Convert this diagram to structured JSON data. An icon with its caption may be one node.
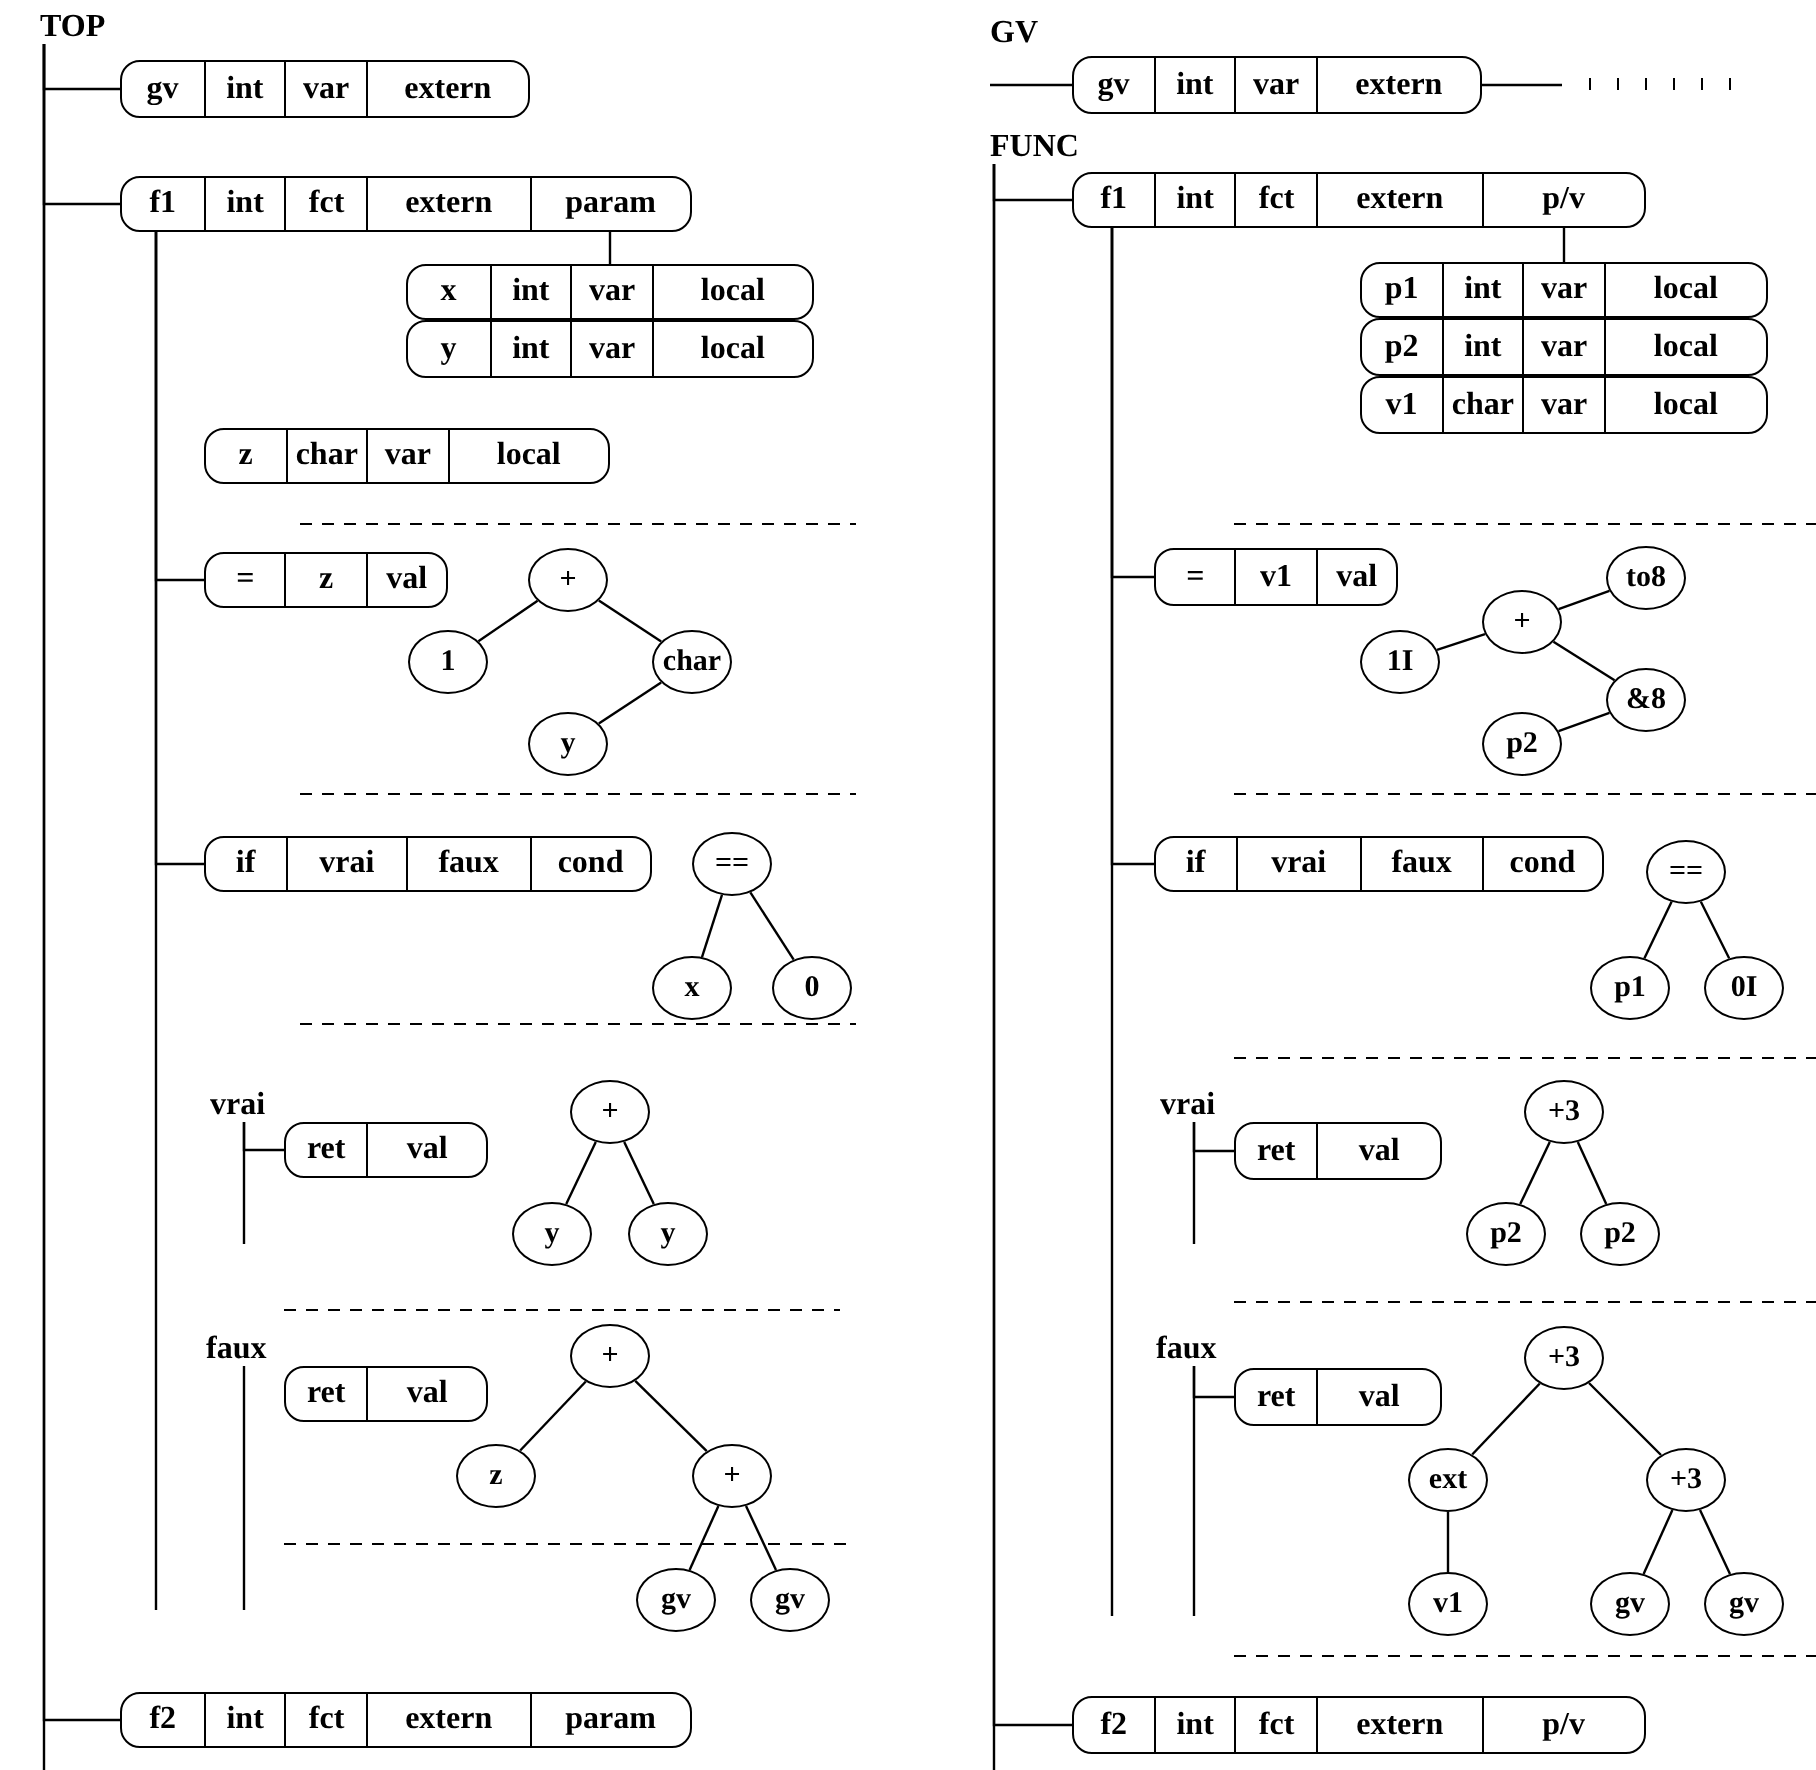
{
  "diagram": {
    "nodes": [
      {
        "text": [
          "TOP"
        ]
      },
      {
        "text": [
          "gv",
          "int",
          "var",
          "extern"
        ]
      },
      {
        "text": [
          "f1",
          "int",
          "fct",
          "extern",
          "param"
        ]
      },
      {
        "text": [
          "x",
          "int",
          "var",
          "local"
        ]
      },
      {
        "text": [
          "y",
          "int",
          "var",
          "local"
        ]
      },
      {
        "text": [
          "z",
          "char",
          "var",
          "local"
        ]
      },
      {
        "text": [
          "=",
          "z",
          "val"
        ]
      },
      {
        "text": [
          "+"
        ]
      },
      {
        "text": [
          "1"
        ]
      },
      {
        "text": [
          "char"
        ]
      },
      {
        "text": [
          "y"
        ]
      },
      {
        "text": [
          "if",
          "vrai",
          "faux",
          "cond"
        ]
      },
      {
        "text": [
          "=="
        ]
      },
      {
        "text": [
          "x"
        ]
      },
      {
        "text": [
          "0"
        ]
      },
      {
        "text": [
          "vrai"
        ]
      },
      {
        "text": [
          "ret",
          "val"
        ]
      },
      {
        "text": [
          "+"
        ]
      },
      {
        "text": [
          "y"
        ]
      },
      {
        "text": [
          "y"
        ]
      },
      {
        "text": [
          "faux"
        ]
      },
      {
        "text": [
          "ret",
          "val"
        ]
      },
      {
        "text": [
          "+"
        ]
      },
      {
        "text": [
          "z"
        ]
      },
      {
        "text": [
          "+"
        ]
      },
      {
        "text": [
          "gv"
        ]
      },
      {
        "text": [
          "gv"
        ]
      },
      {
        "text": [
          "f2",
          "int",
          "fct",
          "extern",
          "param"
        ]
      },
      {
        "text": [
          "gv",
          "int",
          "var",
          "extern"
        ]
      },
      {
        "text": [
          "FUNC"
        ]
      },
      {
        "text": [
          "f1",
          "int",
          "fct",
          "extern",
          "p/v"
        ]
      },
      {
        "text": [
          "p1",
          "int",
          "var",
          "local"
        ]
      },
      {
        "text": [
          "p2",
          "int",
          "var",
          "local"
        ]
      },
      {
        "text": [
          "v1",
          "char",
          "var",
          "local"
        ]
      },
      {
        "text": [
          "=",
          "v1",
          "val"
        ]
      },
      {
        "text": [
          "+"
        ]
      },
      {
        "text": [
          "to8"
        ]
      },
      {
        "text": [
          "1I"
        ]
      },
      {
        "text": [
          "&8"
        ]
      },
      {
        "text": [
          "p2"
        ]
      },
      {
        "text": [
          "if",
          "vrai",
          "faux",
          "cond"
        ]
      },
      {
        "text": [
          "=="
        ]
      },
      {
        "text": [
          "p1"
        ]
      },
      {
        "text": [
          "0I"
        ]
      },
      {
        "text": [
          "vrai"
        ]
      },
      {
        "text": [
          "ret",
          "val"
        ]
      },
      {
        "text": [
          "+3"
        ]
      },
      {
        "text": [
          "p2"
        ]
      },
      {
        "text": [
          "p2"
        ]
      },
      {
        "text": [
          "faux"
        ]
      },
      {
        "text": [
          "ret",
          "val"
        ]
      },
      {
        "text": [
          "+3"
        ]
      },
      {
        "text": [
          "ext"
        ]
      },
      {
        "text": [
          "+3"
        ]
      },
      {
        "text": [
          "v1"
        ]
      },
      {
        "text": [
          "gv"
        ]
      },
      {
        "text": [
          "gv"
        ]
      },
      {
        "text": [
          "f2",
          "int",
          "fct",
          "extern",
          "p/v"
        ]
      }
    ],
    "edges": [
      {
        "from": 0,
        "to": 1,
        "arrow": "none"
      },
      {
        "from": 0,
        "to": 2,
        "arrow": "none"
      },
      {
        "from": 0,
        "to": 27,
        "arrow": "none"
      },
      {
        "from": 0,
        "to": null,
        "arrow": "none"
      },
      {
        "from": 2,
        "to": 3,
        "arrow": "none"
      },
      {
        "from": 2,
        "to": 6,
        "arrow": "none"
      },
      {
        "from": 2,
        "to": 11,
        "arrow": "none"
      },
      {
        "from": 2,
        "to": null,
        "arrow": "none"
      },
      {
        "from": 7,
        "to": 8,
        "arrow": "none"
      },
      {
        "from": 7,
        "to": 9,
        "arrow": "none"
      },
      {
        "from": 9,
        "to": 10,
        "arrow": "none"
      },
      {
        "from": 12,
        "to": 13,
        "arrow": "none"
      },
      {
        "from": 12,
        "to": 14,
        "arrow": "none"
      },
      {
        "from": 15,
        "to": 16,
        "arrow": "none"
      },
      {
        "from": 15,
        "to": null,
        "arrow": "none"
      },
      {
        "from": 17,
        "to": 18,
        "arrow": "none"
      },
      {
        "from": 17,
        "to": 19,
        "arrow": "none"
      },
      {
        "from": 20,
        "to": null,
        "arrow": "none"
      },
      {
        "from": 22,
        "to": 23,
        "arrow": "none"
      },
      {
        "from": 22,
        "to": 24,
        "arrow": "none"
      },
      {
        "from": 24,
        "to": 25,
        "arrow": "none"
      },
      {
        "from": 24,
        "to": 26,
        "arrow": "none"
      },
      {
        "from": null,
        "to": 28,
        "arrow": "none"
      },
      {
        "from": 28,
        "to": null,
        "arrow": "none"
      },
      {
        "from": 29,
        "to": 30,
        "arrow": "none"
      },
      {
        "from": 29,
        "to": 57,
        "arrow": "none"
      },
      {
        "from": 29,
        "to": null,
        "arrow": "none"
      },
      {
        "from": 30,
        "to": 31,
        "arrow": "none"
      },
      {
        "from": 30,
        "to": 34,
        "arrow": "none"
      },
      {
        "from": 30,
        "to": 40,
        "arrow": "none"
      },
      {
        "from": 30,
        "to": null,
        "arrow": "none"
      },
      {
        "from": 35,
        "to": 37,
        "arrow": "none"
      },
      {
        "from": 35,
        "to": 36,
        "arrow": "none"
      },
      {
        "from": 35,
        "to": 38,
        "arrow": "none"
      },
      {
        "from": 38,
        "to": 39,
        "arrow": "none"
      },
      {
        "from": 41,
        "to": 42,
        "arrow": "none"
      },
      {
        "from": 41,
        "to": 43,
        "arrow": "none"
      },
      {
        "from": 44,
        "to": 45,
        "arrow": "none"
      },
      {
        "from": 44,
        "to": null,
        "arrow": "none"
      },
      {
        "from": 46,
        "to": 47,
        "arrow": "none"
      },
      {
        "from": 46,
        "to": 48,
        "arrow": "none"
      },
      {
        "from": 49,
        "to": 50,
        "arrow": "none"
      },
      {
        "from": 49,
        "to": null,
        "arrow": "none"
      },
      {
        "from": 51,
        "to": 52,
        "arrow": "none"
      },
      {
        "from": 51,
        "to": 53,
        "arrow": "none"
      },
      {
        "from": 52,
        "to": 54,
        "arrow": "none"
      },
      {
        "from": 53,
        "to": 55,
        "arrow": "none"
      },
      {
        "from": 53,
        "to": 56,
        "arrow": "none"
      }
    ],
    "labels": [
      "GV"
    ]
  }
}
